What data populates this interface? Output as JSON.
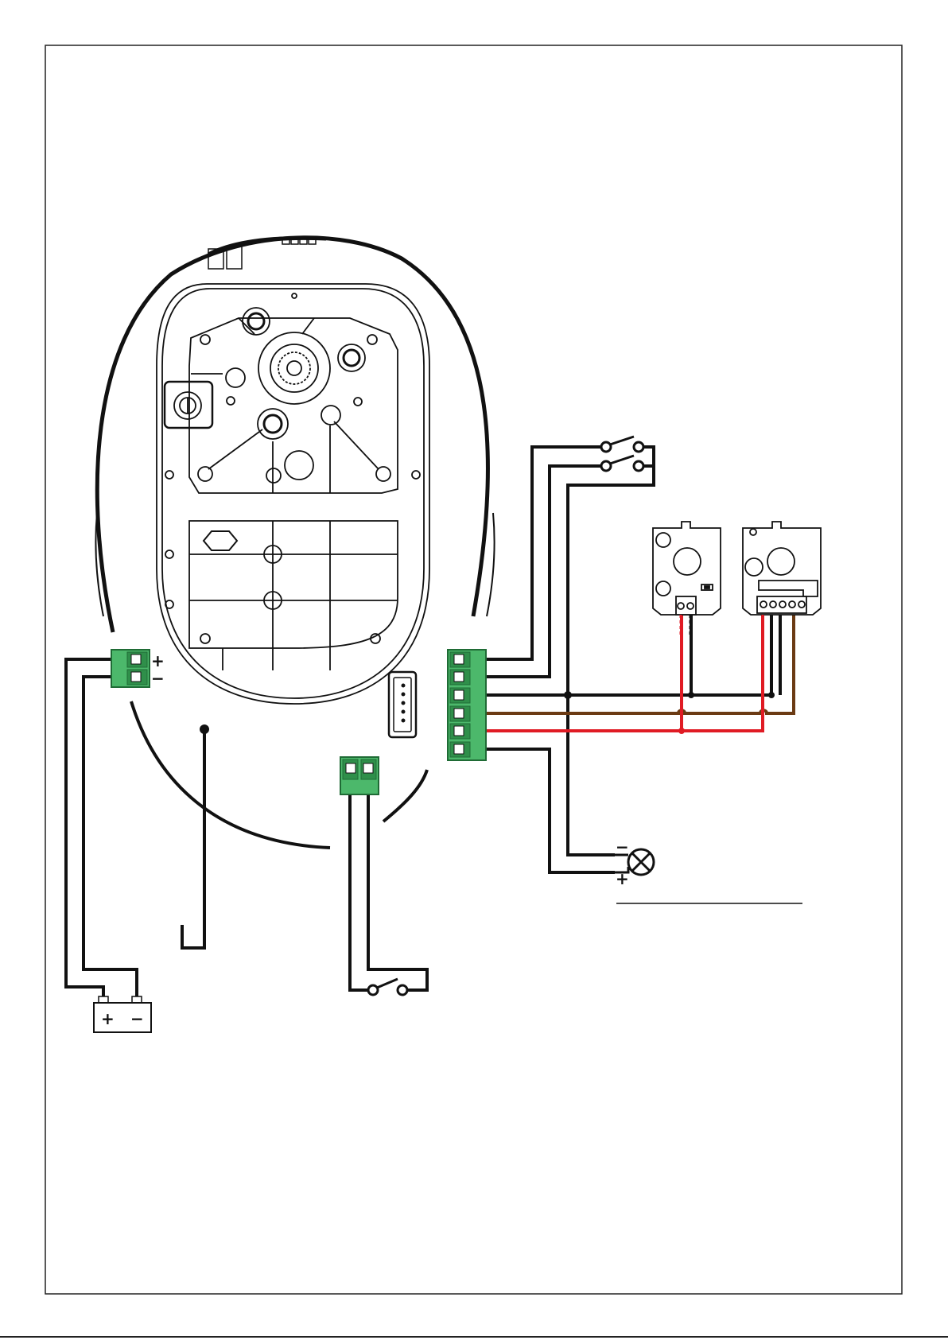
{
  "diagram": {
    "colors": {
      "wire_black": "#111111",
      "wire_red": "#e01b24",
      "wire_brown": "#6b3a13",
      "terminal_green": "#4cb86b",
      "terminal_dark_green": "#1f6b35",
      "outline": "#222222"
    },
    "symbols": {
      "plus": "+",
      "minus": "−"
    },
    "components": [
      "motor-unit-housing",
      "control-board",
      "power-terminal-block",
      "six-way-terminal-block",
      "antenna-terminal-block",
      "usb-port",
      "battery",
      "pushbutton-switch",
      "key-switch",
      "photocell-transmitter",
      "photocell-receiver",
      "warning-lamp",
      "antenna-wire"
    ]
  }
}
